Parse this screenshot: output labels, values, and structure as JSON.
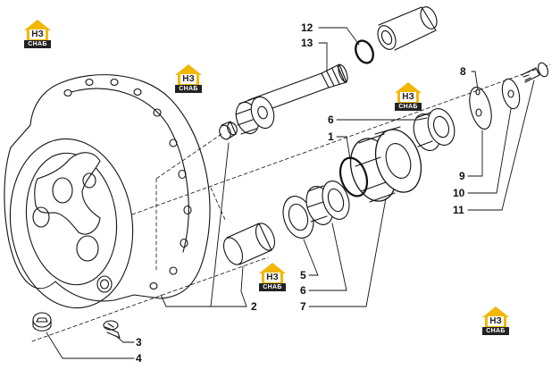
{
  "callouts": {
    "c1": "1",
    "c2": "2",
    "c3": "3",
    "c4": "4",
    "c5": "5",
    "c6a": "6",
    "c6b": "6",
    "c7": "7",
    "c8": "8",
    "c9": "9",
    "c10": "10",
    "c11": "11",
    "c12": "12",
    "c13": "13"
  },
  "watermark": {
    "mark": "НЗ",
    "text": "СНАБ",
    "color": "#f2b705"
  }
}
